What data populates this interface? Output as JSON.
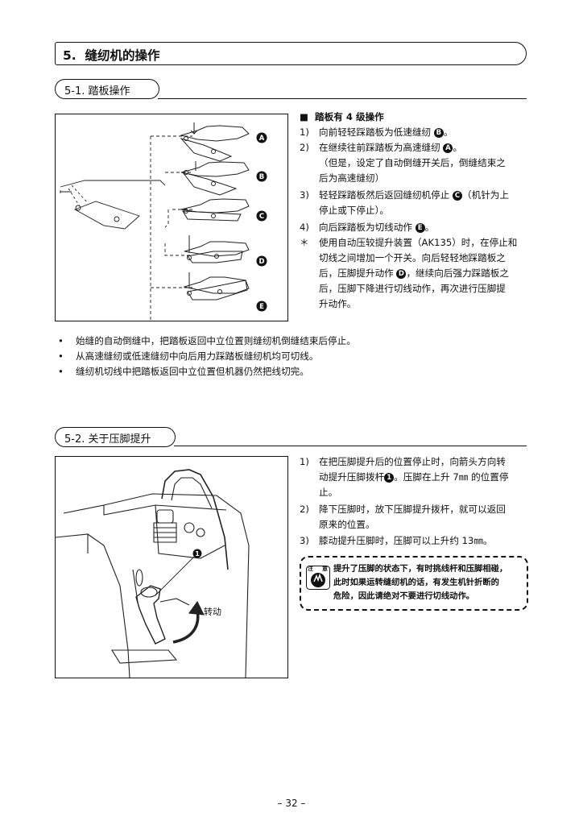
{
  "section": {
    "number": "5.",
    "title": "缝纫机的操作"
  },
  "sub1": {
    "title": "5-1. 踏板操作"
  },
  "pedal": {
    "heading": "踏板有 4 级操作",
    "items": [
      {
        "num": "1)",
        "lines": [
          "向前轻轻踩踏板为低速缝纫"
        ],
        "badge": "B",
        "tail": "。"
      },
      {
        "num": "2)",
        "lines": [
          "在继续往前踩踏板为高速缝纫"
        ],
        "badge": "A",
        "tail": "。"
      },
      {
        "num": "",
        "lines": [
          "（但是，设定了自动倒缝开关后，倒缝结束之",
          "后为高速缝纫）"
        ]
      },
      {
        "num": "3)",
        "lines": [
          "轻轻踩踏板然后返回缝纫机停止"
        ],
        "badge": "C",
        "tail": "（机针为上"
      },
      {
        "num": "",
        "lines": [
          "停止或下停止）。"
        ]
      },
      {
        "num": "4)",
        "lines": [
          "向后踩踏板为切线动作"
        ],
        "badge": "E",
        "tail": "。"
      },
      {
        "num": "＊",
        "lines": [
          "使用自动压较提升装置（AK135）时，在停止和",
          "切线之间增加一个开关。向后轻轻地踩踏板之"
        ]
      },
      {
        "num": "",
        "lines": [
          "后，压脚提升动作"
        ],
        "badge": "D",
        "tail": "，继续向后强力踩踏板之"
      },
      {
        "num": "",
        "lines": [
          "后，压脚下降进行切线动作，再次进行压脚提",
          "升动作。"
        ]
      }
    ],
    "fig_labels": [
      "A",
      "B",
      "C",
      "D",
      "E"
    ]
  },
  "bullets": [
    "始缝的自动倒缝中，把踏板返回中立位置则缝纫机倒缝结束后停止。",
    "从高速缝纫或低速缝纫中向后用力踩踏板缝纫机均可切线。",
    "缝纫机切线中把踏板返回中立位置但机器仍然把线切完。"
  ],
  "bullet_mark": "•",
  "sub2": {
    "title": "5-2. 关于压脚提升"
  },
  "presser": {
    "items": [
      {
        "num": "1)",
        "l1": "在把压脚提升后的位置停止时，向箭头方向转",
        "l2a": "动提升压脚拨杆",
        "badge": "1",
        "l2b": "。压脚在上升 7㎜ 的位置停",
        "l3": "止。"
      },
      {
        "num": "2)",
        "l1": "降下压脚时，放下压脚提升拨杆，就可以返回",
        "l2": "原来的位置。"
      },
      {
        "num": "3)",
        "l1": "膝动提升压脚时，压脚可以上升约 13㎜。"
      }
    ],
    "fig_badge": "1",
    "fig_label": "转动"
  },
  "caution": {
    "icon_text": [
      "注",
      "意"
    ],
    "lines": [
      "提升了压脚的状态下，有时挑线杆和压脚相碰，",
      "此时如果运转缝纫机的话，有发生机针折断的",
      "危险，因此请绝对不要进行切线动作。"
    ]
  },
  "footer": {
    "page": "– 32 –"
  }
}
